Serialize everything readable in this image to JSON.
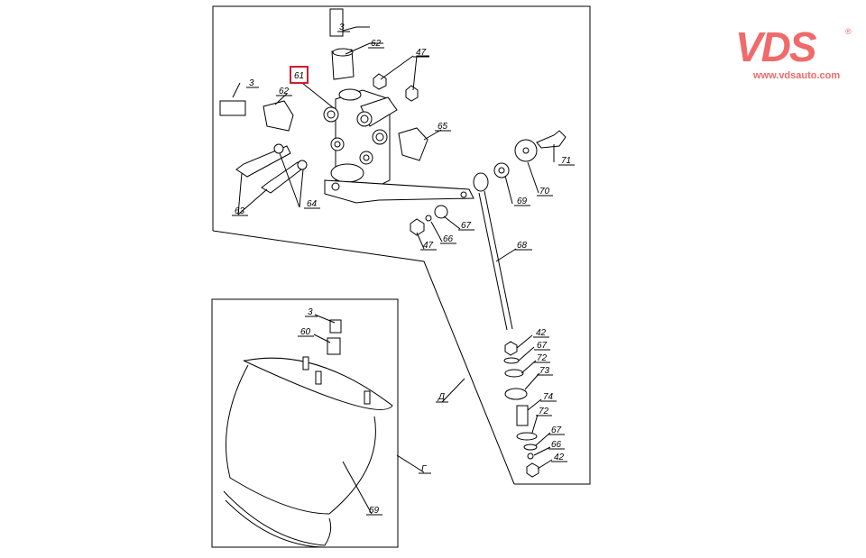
{
  "logo": {
    "brand": "VDS",
    "registered": "®",
    "url": "www.vdsauto.com",
    "color": "#f06a6a"
  },
  "highlight_color": "#c8202f",
  "views": {
    "top_view": "Д",
    "bottom_view": "Г"
  },
  "labels": {
    "top": [
      "3",
      "62",
      "47",
      "61",
      "3",
      "62",
      "65",
      "71",
      "70",
      "69",
      "64",
      "63",
      "67",
      "66",
      "47",
      "68"
    ],
    "stack": [
      "42",
      "67",
      "72",
      "73",
      "74",
      "72",
      "67",
      "66",
      "42"
    ],
    "bottom": [
      "3",
      "60",
      "59"
    ]
  },
  "highlighted_part": "61"
}
